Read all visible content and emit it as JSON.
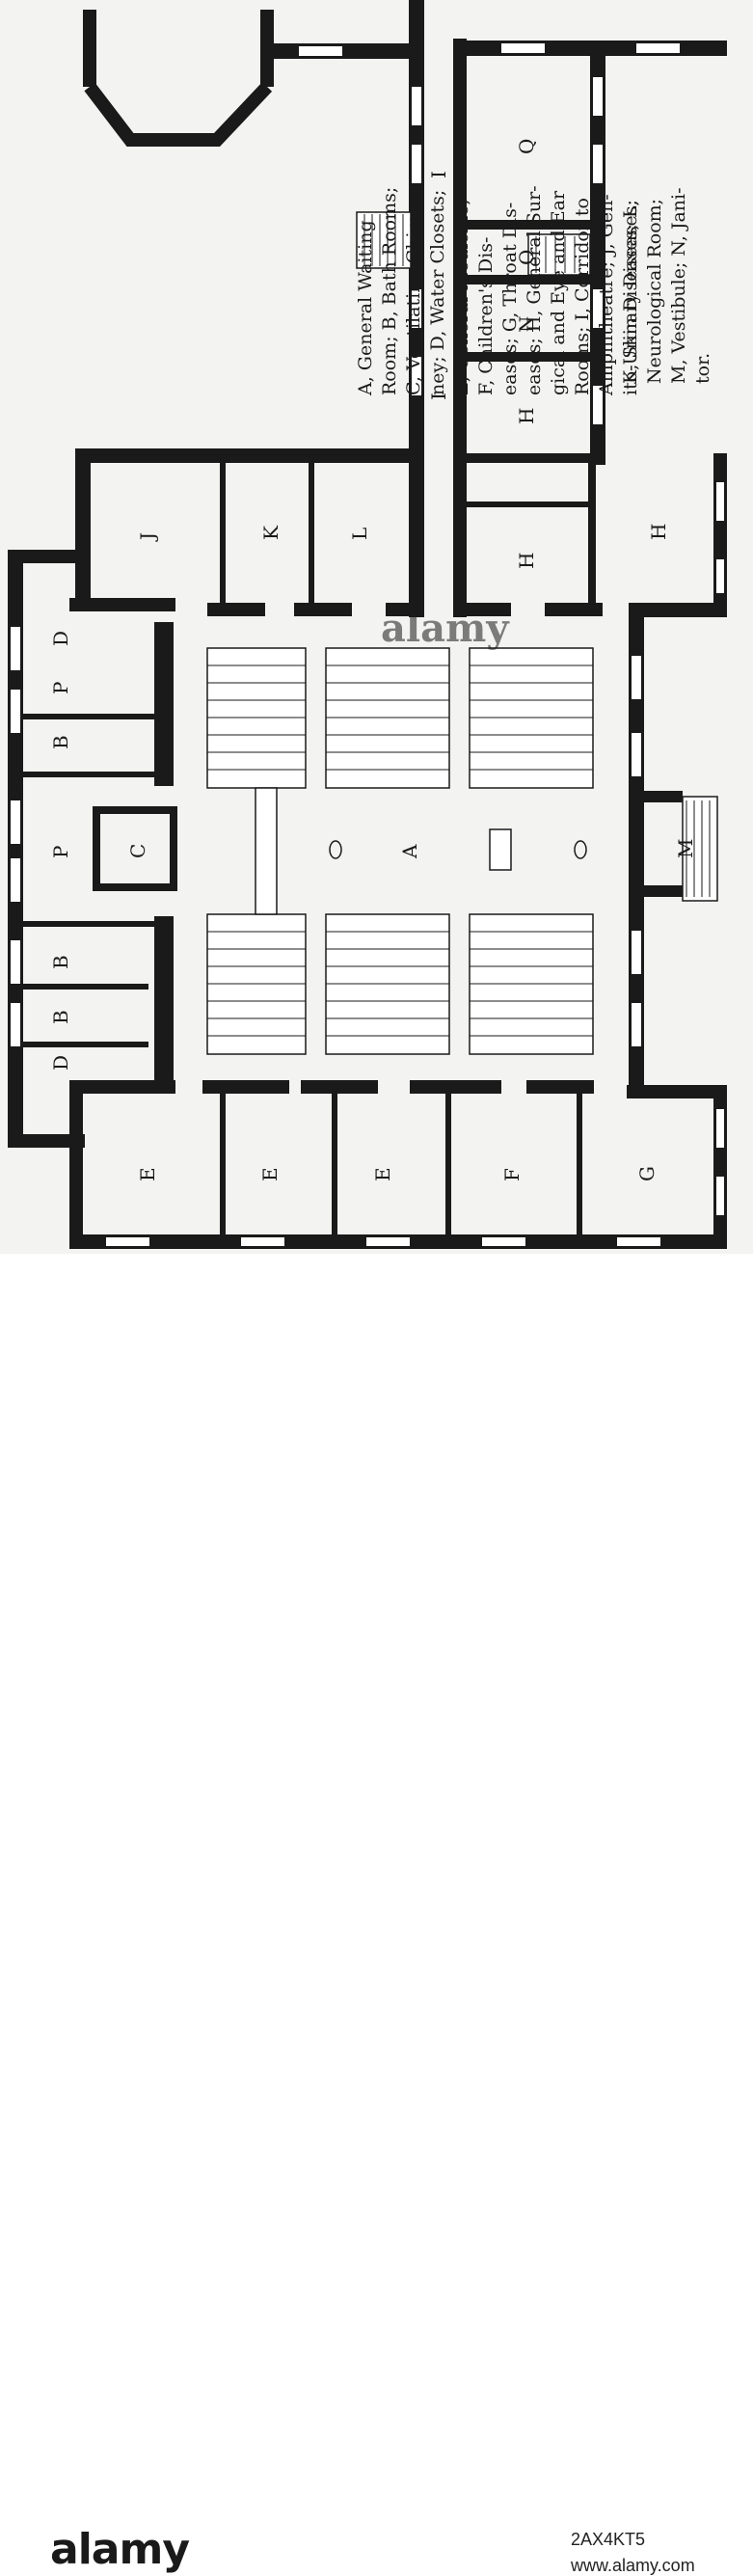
{
  "legend_top": [
    "A, General Waiting",
    "Room; B, Bath Rooms;",
    "C, Ventilating Chim",
    "ney; D, Water Closets;",
    "E, General Medicine;",
    "F, Children's Dis-",
    "eases; G, Throat Dis-",
    "eases; H, General Sur-",
    "gical and Eye and Ear",
    "Rooms; I, Corridor to",
    "Amphitheatre; J, Gen-",
    "ito-Urinary Diseases;"
  ],
  "legend_bottom": [
    "K, Skin Diseases; L,",
    "Neurological Room;",
    "M, Vestibule; N, Jani-",
    "tor."
  ],
  "room_labels": {
    "A": "A",
    "B": "B",
    "C": "C",
    "D": "D",
    "E": "E",
    "F": "F",
    "G": "G",
    "H": "H",
    "I": "I",
    "J": "J",
    "K": "K",
    "L": "L",
    "M": "M",
    "N": "N",
    "O": "O",
    "P": "P",
    "Q": "Q"
  },
  "watermark": "alamy",
  "footer": {
    "logo": "alamy",
    "image_id": "2AX4KT5",
    "url": "www.alamy.com"
  }
}
